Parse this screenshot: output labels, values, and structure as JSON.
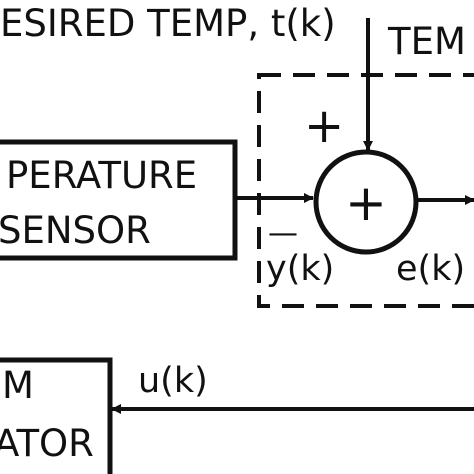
{
  "labels": {
    "desired_temp": "ESIRED TEMP, t(k)",
    "temp_partial": "TEM",
    "plus_sign": "+",
    "minus_sign": "—",
    "sum_symbol": "+",
    "sensor_line1": "PERATURE",
    "sensor_line2": "SENSOR",
    "y_k": "y(k)",
    "e_k": "e(k)",
    "u_k": "u(k)",
    "bottom_block_line1": "M",
    "bottom_block_line2": "ATOR"
  },
  "colors": {
    "stroke": "#111111",
    "background": "#ffffff"
  }
}
